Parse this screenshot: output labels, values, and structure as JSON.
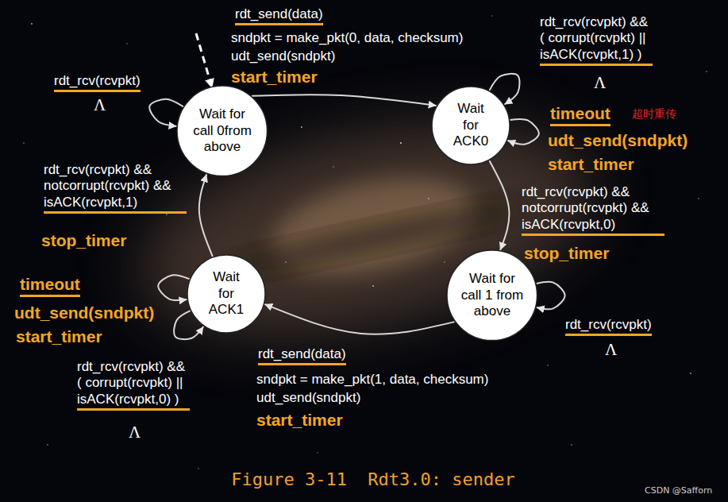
{
  "diagram": {
    "caption": "Figure 3-11  Rdt3.0: sender",
    "nodes": [
      {
        "text": [
          "Wait for call 0from above"
        ]
      },
      {
        "text": [
          "Wait for ACK0"
        ]
      },
      {
        "text": [
          "Wait for call 1 from above"
        ]
      },
      {
        "text": [
          "Wait for ACK1"
        ]
      }
    ],
    "edges": [
      {
        "from": 0,
        "to": 1,
        "arrow": "to",
        "label": "rdt_send(data)"
      },
      {
        "from": 0,
        "to": 0,
        "arrow": "to",
        "label": "rdt_rcv(rcvpkt)"
      },
      {
        "from": 1,
        "to": 1,
        "arrow": "to",
        "label": "rdt_rcv(rcvpkt) && ( corrupt(rcvpkt) || isACK(rcvpkt,1) )"
      },
      {
        "from": 1,
        "to": 1,
        "arrow": "to",
        "label": "timeout"
      },
      {
        "from": 1,
        "to": 2,
        "arrow": "to",
        "label": "rdt_rcv(rcvpkt) && notcorrupt(rcvpkt) && isACK(rcvpkt,0)"
      },
      {
        "from": 2,
        "to": 2,
        "arrow": "to",
        "label": "rdt_rcv(rcvpkt)"
      },
      {
        "from": 2,
        "to": 3,
        "arrow": "to",
        "label": "rdt_send(data)"
      },
      {
        "from": 3,
        "to": 3,
        "arrow": "to",
        "label": "timeout"
      },
      {
        "from": 3,
        "to": 3,
        "arrow": "to",
        "label": "rdt_rcv(rcvpkt) && ( corrupt(rcvpkt) || isACK(rcvpkt,0) )"
      },
      {
        "from": 3,
        "to": 0,
        "arrow": "to",
        "label": "rdt_rcv(rcvpkt) && notcorrupt(rcvpkt) && isACK(rcvpkt,1)"
      }
    ],
    "labels": [
      "sndpkt = make_pkt(0, data, checksum)",
      "udt_send(sndpkt)",
      "start_timer",
      "Λ",
      "Λ",
      "超时重传",
      "udt_send(sndpkt)",
      "start_timer",
      "stop_timer",
      "Λ",
      "sndpkt = make_pkt(1, data, checksum)",
      "udt_send(sndpkt)",
      "start_timer",
      "udt_send(sndpkt)",
      "start_timer",
      "Λ",
      "stop_timer",
      "CSDN @Safforn"
    ]
  }
}
